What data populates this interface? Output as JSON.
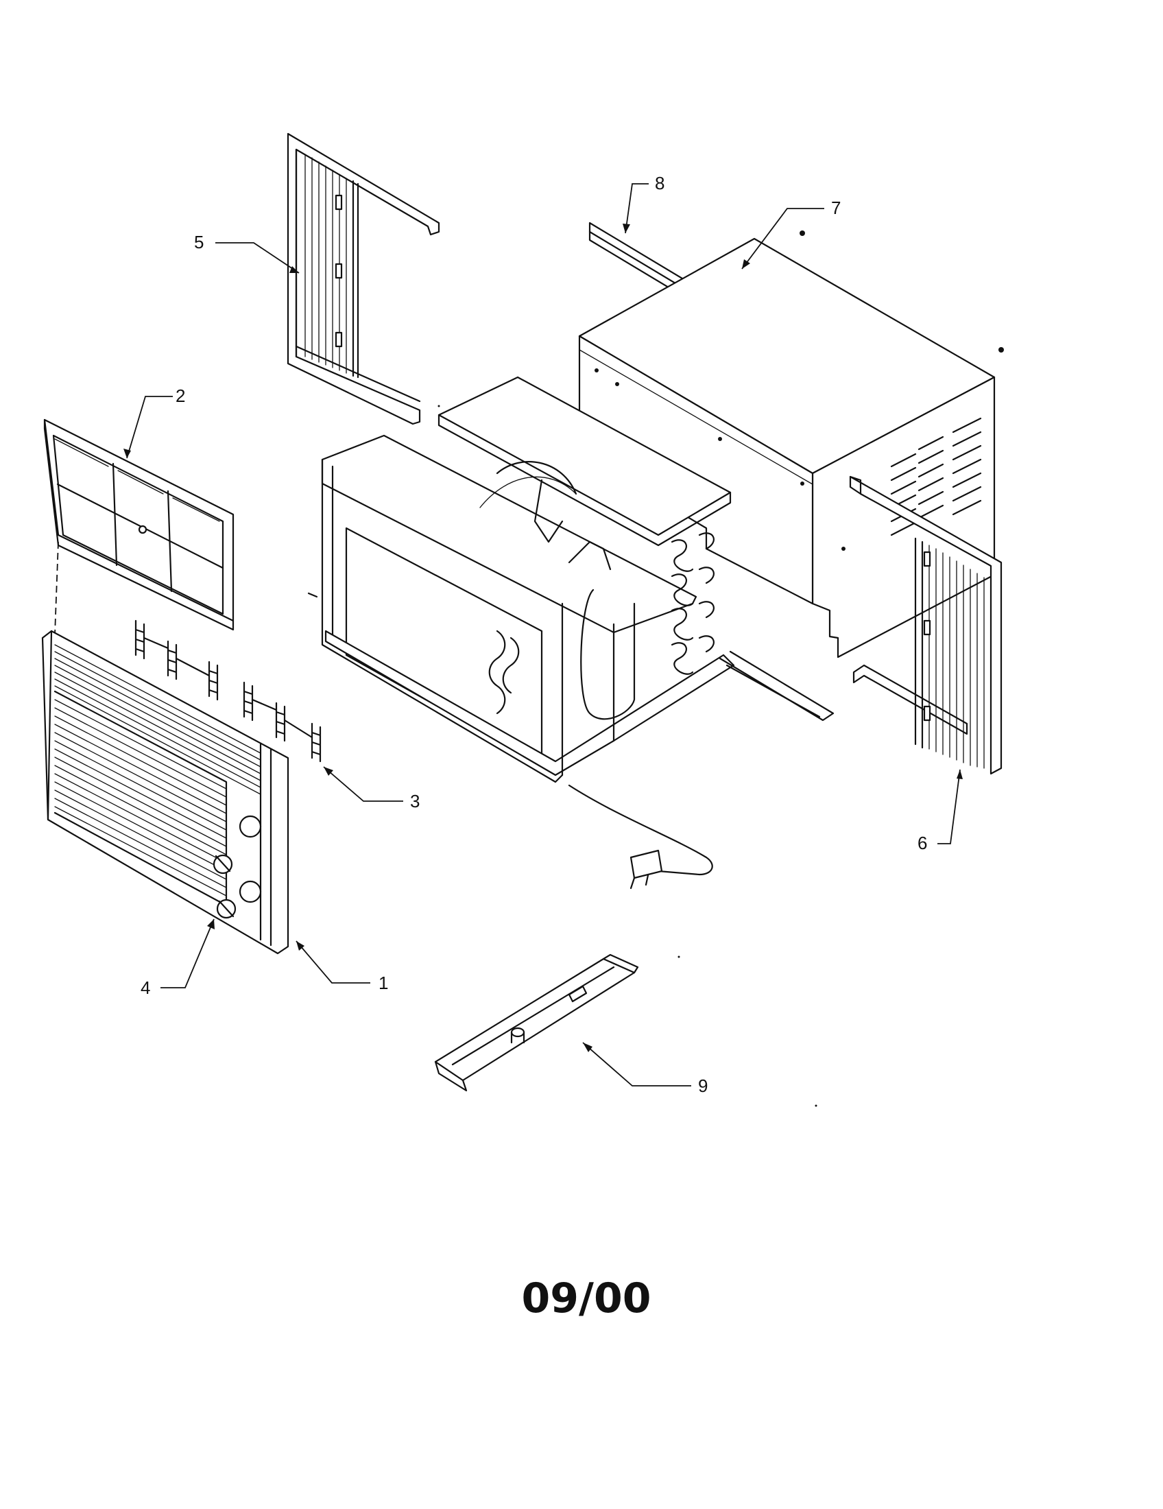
{
  "diagram": {
    "callouts": [
      {
        "id": "1",
        "label": "1"
      },
      {
        "id": "2",
        "label": "2"
      },
      {
        "id": "3",
        "label": "3"
      },
      {
        "id": "4",
        "label": "4"
      },
      {
        "id": "5",
        "label": "5"
      },
      {
        "id": "6",
        "label": "6"
      },
      {
        "id": "7",
        "label": "7"
      },
      {
        "id": "8",
        "label": "8"
      },
      {
        "id": "9",
        "label": "9"
      }
    ],
    "footer_date": "09/00"
  }
}
